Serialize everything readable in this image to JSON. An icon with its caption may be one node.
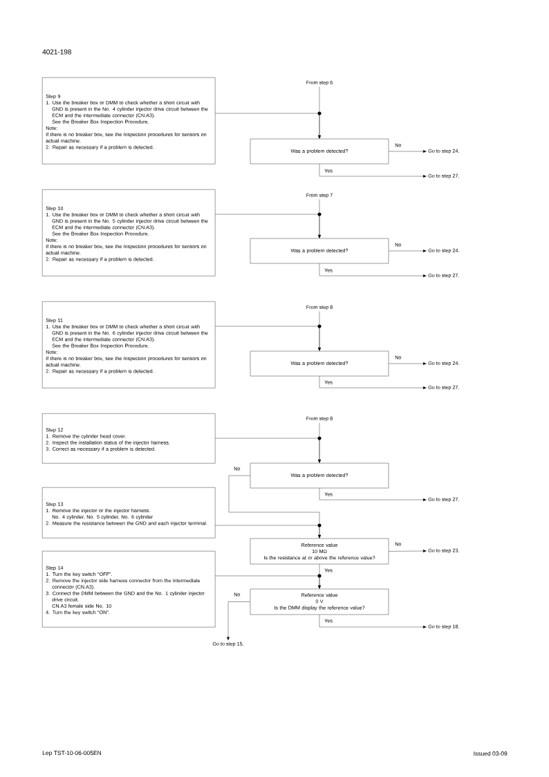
{
  "diagram": {
    "nodes": [
      {
        "text": [
          "From step 6"
        ]
      },
      {
        "text": [
          "Step 9",
          "1. Use the breaker box or DMM to check whether a short circuit with GND is present in the No. 4 cylinder injector drive circuit between the ECM and the intermediate connector (CN.A3).",
          "See the Breaker Box Inspection Procedure.",
          "Note:",
          "If there is no breaker box, see the Inspection procedures for sensors on actual machine.",
          "2. Repair as necessary if a problem is detected."
        ]
      },
      {
        "text": [
          "Was a problem detected?"
        ]
      },
      {
        "text": [
          "Go to step 24."
        ]
      },
      {
        "text": [
          "Go to step 27."
        ]
      },
      {
        "text": [
          "From step 7"
        ]
      },
      {
        "text": [
          "Step 10",
          "1. Use the breaker box or DMM to check whether a short circuit with GND is present in the No. 5 cylinder injector drive circuit between the ECM and the intermediate connector (CN.A3).",
          "See the Breaker Box Inspection Procedure.",
          "Note:",
          "If there is no breaker box, see the Inspection procedures for sensors on actual machine.",
          "2. Repair as necessary if a problem is detected."
        ]
      },
      {
        "text": [
          "Was a problem detected?"
        ]
      },
      {
        "text": [
          "Go to step 24."
        ]
      },
      {
        "text": [
          "Go to step 27."
        ]
      },
      {
        "text": [
          "From step 8"
        ]
      },
      {
        "text": [
          "Step 11",
          "1. Use the breaker box or DMM to check whether a short circuit with GND is present in the No. 6 cylinder injector drive circuit between the ECM and the intermediate connector (CN.A3).",
          "See the Breaker Box Inspection Procedure.",
          "Note:",
          "If there is no breaker box, see the Inspection procedures for sensors on actual machine.",
          "2. Repair as necessary if a problem is detected."
        ]
      },
      {
        "text": [
          "Was a problem detected?"
        ]
      },
      {
        "text": [
          "Go to step 24."
        ]
      },
      {
        "text": [
          "Go to step 27."
        ]
      },
      {
        "text": [
          "From step 8"
        ]
      },
      {
        "text": [
          "Step 12",
          "1. Remove the cylinder head cover.",
          "2. Inspect the installation status of the injector harness.",
          "3. Correct as necessary if a problem is detected."
        ]
      },
      {
        "text": [
          "Was a problem detected?"
        ]
      },
      {
        "text": [
          "Go to step 27."
        ]
      },
      {
        "text": [
          "Step 13",
          "1. Remove the injector or the injector harness.",
          "No. 4 cylinder, No. 5 cylinder, No. 6 cylinder",
          "2. Measure the resistance between the GND and each injector terminal."
        ]
      },
      {
        "text": [
          "Reference value",
          "10 MΩ",
          "Is the resistance at or above the reference value?"
        ]
      },
      {
        "text": [
          "Go to step 23."
        ]
      },
      {
        "text": [
          "Step 14",
          "1. Turn the key switch “OFF”.",
          "2. Remove the injector side harness connector from the intermediate connector (CN.A3).",
          "3. Connect the DMM between the GND and the No. 1 cylinder injector drive circuit.",
          "CN.A3 female side No. 10",
          "4. Turn the key switch “ON”."
        ]
      },
      {
        "text": [
          "Reference value",
          "0 V",
          "Is the DMM display the reference value?"
        ]
      },
      {
        "text": [
          "Go to step 15."
        ]
      },
      {
        "text": [
          "Go to step 18."
        ]
      }
    ],
    "edges": [
      {
        "from": 0,
        "to": 2,
        "arrow": "to"
      },
      {
        "from": 1,
        "to": 2,
        "arrow": "to"
      },
      {
        "from": 2,
        "to": 3,
        "arrow": "to",
        "label": "No"
      },
      {
        "from": 2,
        "to": 4,
        "arrow": "to",
        "label": "Yes"
      },
      {
        "from": 5,
        "to": 7,
        "arrow": "to"
      },
      {
        "from": 6,
        "to": 7,
        "arrow": "to"
      },
      {
        "from": 7,
        "to": 8,
        "arrow": "to",
        "label": "No"
      },
      {
        "from": 7,
        "to": 9,
        "arrow": "to",
        "label": "Yes"
      },
      {
        "from": 10,
        "to": 12,
        "arrow": "to"
      },
      {
        "from": 11,
        "to": 12,
        "arrow": "to"
      },
      {
        "from": 12,
        "to": 13,
        "arrow": "to",
        "label": "No"
      },
      {
        "from": 12,
        "to": 14,
        "arrow": "to",
        "label": "Yes"
      },
      {
        "from": 15,
        "to": 17,
        "arrow": "to"
      },
      {
        "from": 16,
        "to": 17,
        "arrow": "to"
      },
      {
        "from": 17,
        "to": 20,
        "arrow": "to",
        "label": "No"
      },
      {
        "from": 17,
        "to": 18,
        "arrow": "to",
        "label": "Yes"
      },
      {
        "from": 19,
        "to": 20,
        "arrow": "to"
      },
      {
        "from": 20,
        "to": 21,
        "arrow": "to",
        "label": "No"
      },
      {
        "from": 20,
        "to": 23,
        "arrow": "to",
        "label": "Yes"
      },
      {
        "from": 22,
        "to": 23,
        "arrow": "to"
      },
      {
        "from": 23,
        "to": 24,
        "arrow": "to",
        "label": "No"
      },
      {
        "from": 23,
        "to": 25,
        "arrow": "to",
        "label": "Yes"
      }
    ],
    "labels": [
      "4021-198",
      "Lep TST-10-06-005EN",
      "Issued 03-09"
    ]
  }
}
